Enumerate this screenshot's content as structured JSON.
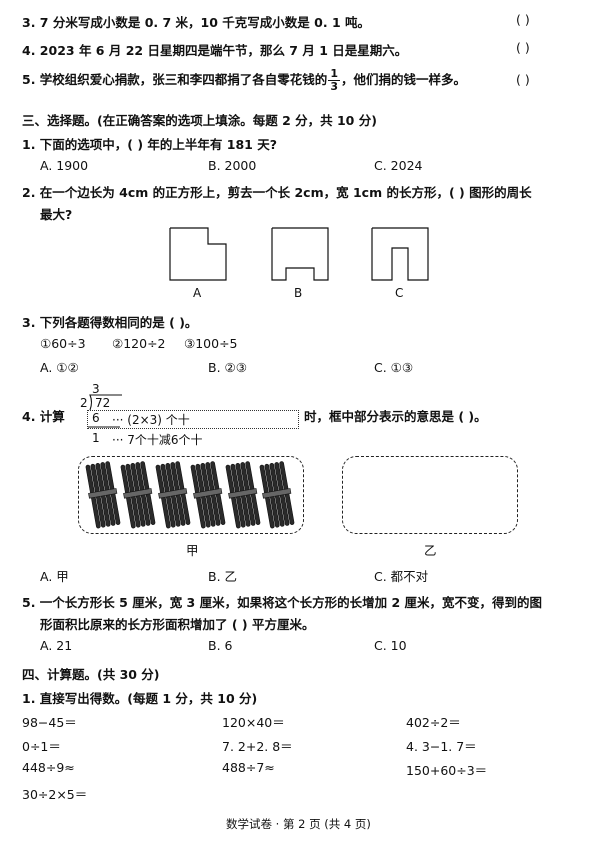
{
  "tf": {
    "q3": "3. 7 分米写成小数是 0. 7 米，10 千克写成小数是 0. 1 吨。",
    "q4": "4. 2023 年 6 月 22 日星期四是端午节，那么 7 月 1 日是星期六。",
    "q5_pre": "5. 学校组织爱心捐款，张三和李四都捐了各自零花钱的",
    "q5_num": "1",
    "q5_den": "3",
    "q5_post": "，他们捐的钱一样多。",
    "blank": "(        )"
  },
  "section3": {
    "heading": "三、选择题。(在正确答案的选项上填涂。每题 2 分，共 10 分)",
    "q1": "1. 下面的选项中，(        ) 年的上半年有 181 天?",
    "q1_opts": [
      "A. 1900",
      "B. 2000",
      "C. 2024"
    ],
    "q2_line1": "2. 在一个边长为 4cm 的正方形上，剪去一个长 2cm，宽 1cm 的长方形，(        ) 图形的周长",
    "q2_line2": "最大?",
    "q2_labels": [
      "A",
      "B",
      "C"
    ],
    "q3": "3. 下列各题得数相同的是 (        )。",
    "q3_items": [
      "①60÷3",
      "②120÷2",
      "③100÷5"
    ],
    "q3_opts": [
      "A. ①②",
      "B. ②③",
      "C. ①③"
    ],
    "q4_prefix": "4. 计算",
    "q4_quot": "3",
    "q4_divisor": "2",
    "q4_dividend": "72",
    "q4_row1_num": "6",
    "q4_row1_note": "··· (2×3) 个十",
    "q4_row2_num": "1",
    "q4_row2_note": "··· 7个十减6个十",
    "q4_suffix": "时，框中部分表示的意思是 (        )。",
    "q4_box_labels": [
      "甲",
      "乙"
    ],
    "q4_opts": [
      "A. 甲",
      "B. 乙",
      "C. 都不对"
    ],
    "q5_line1": "5. 一个长方形长 5 厘米，宽 3 厘米，如果将这个长方形的长增加 2 厘米，宽不变，得到的图",
    "q5_line2": "形面积比原来的长方形面积增加了 (        ) 平方厘米。",
    "q5_opts": [
      "A. 21",
      "B. 6",
      "C. 10"
    ]
  },
  "section4": {
    "heading": "四、计算题。(共 30 分)",
    "sub1": "1. 直接写出得数。(每题 1 分，共 10 分)",
    "rows": [
      [
        "98−45＝",
        "120×40＝",
        "402÷2＝"
      ],
      [
        "0÷1＝",
        "7. 2+2. 8＝",
        "4. 3−1. 7＝"
      ],
      [
        "448÷9≈",
        "488÷7≈",
        "150+60÷3＝"
      ],
      [
        "30÷2×5＝"
      ]
    ]
  },
  "footer": "数学试卷 · 第 2 页 (共 4 页)"
}
